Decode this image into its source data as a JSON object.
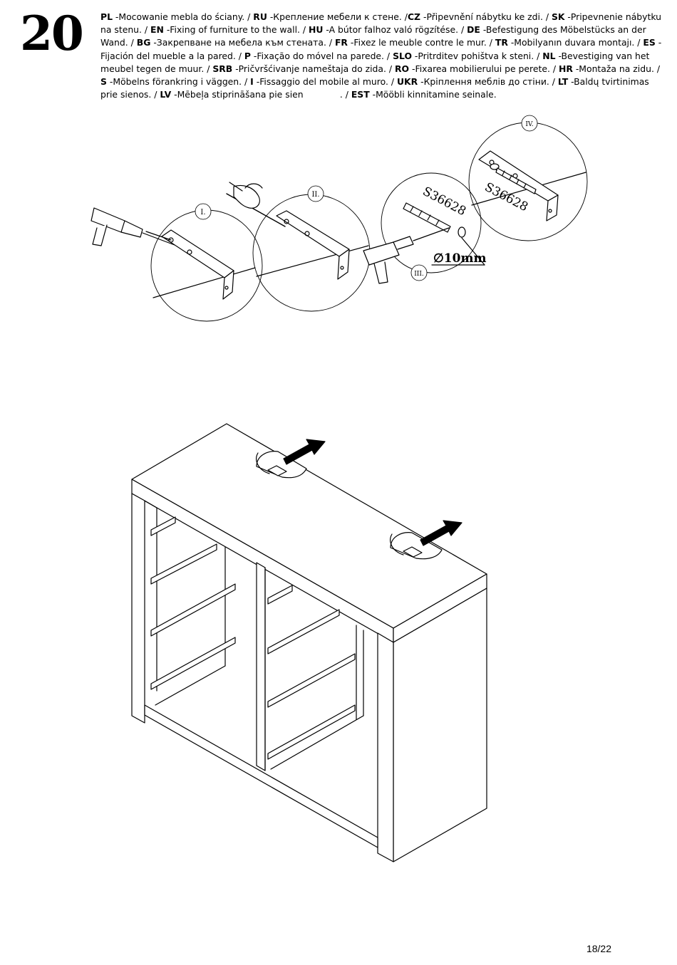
{
  "step": {
    "number": "20"
  },
  "instructions": [
    {
      "code": "PL",
      "text": " -Mocowanie mebla do ściany. / "
    },
    {
      "code": "RU",
      "text": " -Крепление мебели к стене. /"
    },
    {
      "code": "CZ",
      "text": " -Připevnění nábytku ke zdi. / "
    },
    {
      "code": "SK",
      "text": " -Pripevnenie nábytku na stenu. / "
    },
    {
      "code": "EN",
      "text": " -Fixing of furniture to the wall. / "
    },
    {
      "code": "HU",
      "text": " -A bútor falhoz való rögzítése. / "
    },
    {
      "code": "DE",
      "text": " -Befestigung des Möbelstücks an der Wand. / "
    },
    {
      "code": "BG",
      "text": " -Закрепване на мебела към стената. / "
    },
    {
      "code": "FR",
      "text": " -Fixez le meuble contre le mur. / "
    },
    {
      "code": "TR",
      "text": " -Mobilyanın duvara montajı. / "
    },
    {
      "code": "ES",
      "text": " -Fijación del mueble a la pared. / "
    },
    {
      "code": "P",
      "text": " -Fixação do móvel na parede. / "
    },
    {
      "code": "SLO",
      "text": " -Pritrditev pohištva k steni. / "
    },
    {
      "code": "NL",
      "text": " -Bevestiging van het meubel tegen de muur. / "
    },
    {
      "code": "SRB",
      "text": " -Pričvršćivanje nameštaja do zida. / "
    },
    {
      "code": "RO",
      "text": " -Fixarea mobilierului pe perete. / "
    },
    {
      "code": "HR",
      "text": " -Montaža na zidu. / "
    },
    {
      "code": "S",
      "text": " -Möbelns förankring i väggen. / "
    },
    {
      "code": "I",
      "text": " -Fissaggio del mobile al muro. / "
    },
    {
      "code": "UKR",
      "text": " -Кріплення меблів до стіни. / "
    },
    {
      "code": "LT",
      "text": " -Baldų tvirtinimas prie sienos. / "
    },
    {
      "code": "LV",
      "text": " -Mēbeļa stiprināšana pie sien             . / "
    },
    {
      "code": "EST",
      "text": " -Mööbli kinnitamine seinale."
    }
  ],
  "detail": {
    "steps": [
      "I.",
      "II.",
      "III.",
      "IV."
    ],
    "part_code": "S36628",
    "drill_diameter": "∅10mm"
  },
  "footer": {
    "page": "18/22"
  }
}
